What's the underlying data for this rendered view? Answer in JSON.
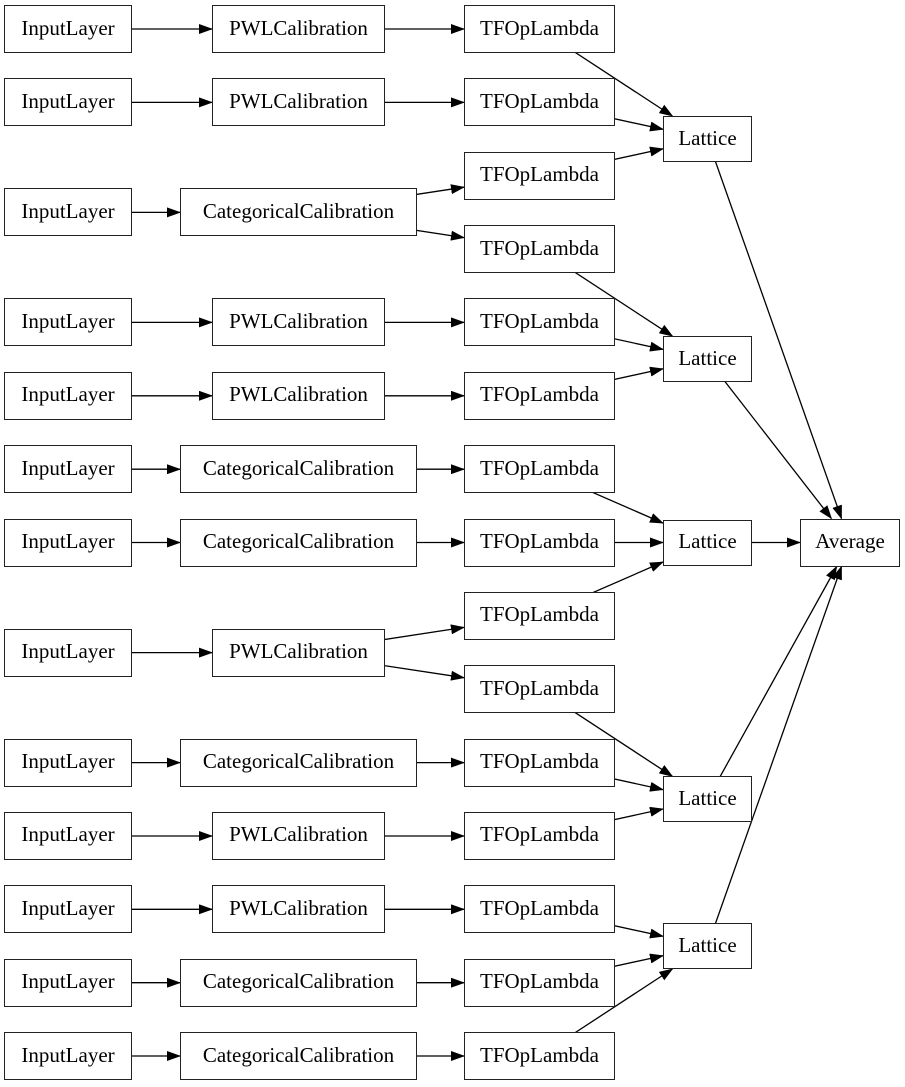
{
  "diagram": {
    "background_color": "#ffffff",
    "node_fill_color": "#ffffff",
    "node_border_color": "#222222",
    "edge_color": "#000000",
    "text_color": "#000000",
    "labels": {
      "input": "InputLayer",
      "pwl": "PWLCalibration",
      "cat": "CategoricalCalibration",
      "tfop": "TFOpLambda",
      "lattice": "Lattice",
      "average": "Average"
    },
    "nodes": [
      {
        "id": "in0",
        "type": "input",
        "label": "InputLayer",
        "row": 0
      },
      {
        "id": "in1",
        "type": "input",
        "label": "InputLayer",
        "row": 1
      },
      {
        "id": "in2",
        "type": "input",
        "label": "InputLayer",
        "row": 2.5
      },
      {
        "id": "in3",
        "type": "input",
        "label": "InputLayer",
        "row": 4
      },
      {
        "id": "in4",
        "type": "input",
        "label": "InputLayer",
        "row": 5
      },
      {
        "id": "in5",
        "type": "input",
        "label": "InputLayer",
        "row": 6
      },
      {
        "id": "in6",
        "type": "input",
        "label": "InputLayer",
        "row": 7
      },
      {
        "id": "in7",
        "type": "input",
        "label": "InputLayer",
        "row": 8.5
      },
      {
        "id": "in8",
        "type": "input",
        "label": "InputLayer",
        "row": 10
      },
      {
        "id": "in9",
        "type": "input",
        "label": "InputLayer",
        "row": 11
      },
      {
        "id": "in10",
        "type": "input",
        "label": "InputLayer",
        "row": 12
      },
      {
        "id": "in11",
        "type": "input",
        "label": "InputLayer",
        "row": 13
      },
      {
        "id": "in12",
        "type": "input",
        "label": "InputLayer",
        "row": 14
      },
      {
        "id": "c0",
        "type": "pwl",
        "label": "PWLCalibration",
        "row": 0
      },
      {
        "id": "c1",
        "type": "pwl",
        "label": "PWLCalibration",
        "row": 1
      },
      {
        "id": "c2",
        "type": "cat",
        "label": "CategoricalCalibration",
        "row": 2.5
      },
      {
        "id": "c3",
        "type": "pwl",
        "label": "PWLCalibration",
        "row": 4
      },
      {
        "id": "c4",
        "type": "pwl",
        "label": "PWLCalibration",
        "row": 5
      },
      {
        "id": "c5",
        "type": "cat",
        "label": "CategoricalCalibration",
        "row": 6
      },
      {
        "id": "c6",
        "type": "cat",
        "label": "CategoricalCalibration",
        "row": 7
      },
      {
        "id": "c7",
        "type": "pwl",
        "label": "PWLCalibration",
        "row": 8.5
      },
      {
        "id": "c8",
        "type": "cat",
        "label": "CategoricalCalibration",
        "row": 10
      },
      {
        "id": "c9",
        "type": "pwl",
        "label": "PWLCalibration",
        "row": 11
      },
      {
        "id": "c10",
        "type": "pwl",
        "label": "PWLCalibration",
        "row": 12
      },
      {
        "id": "c11",
        "type": "cat",
        "label": "CategoricalCalibration",
        "row": 13
      },
      {
        "id": "c12",
        "type": "cat",
        "label": "CategoricalCalibration",
        "row": 14
      },
      {
        "id": "t0",
        "type": "tfop",
        "label": "TFOpLambda",
        "row": 0
      },
      {
        "id": "t1",
        "type": "tfop",
        "label": "TFOpLambda",
        "row": 1
      },
      {
        "id": "t2",
        "type": "tfop",
        "label": "TFOpLambda",
        "row": 2
      },
      {
        "id": "t3",
        "type": "tfop",
        "label": "TFOpLambda",
        "row": 3
      },
      {
        "id": "t4",
        "type": "tfop",
        "label": "TFOpLambda",
        "row": 4
      },
      {
        "id": "t5",
        "type": "tfop",
        "label": "TFOpLambda",
        "row": 5
      },
      {
        "id": "t6",
        "type": "tfop",
        "label": "TFOpLambda",
        "row": 6
      },
      {
        "id": "t7",
        "type": "tfop",
        "label": "TFOpLambda",
        "row": 7
      },
      {
        "id": "t8",
        "type": "tfop",
        "label": "TFOpLambda",
        "row": 8
      },
      {
        "id": "t9",
        "type": "tfop",
        "label": "TFOpLambda",
        "row": 9
      },
      {
        "id": "t10",
        "type": "tfop",
        "label": "TFOpLambda",
        "row": 10
      },
      {
        "id": "t11",
        "type": "tfop",
        "label": "TFOpLambda",
        "row": 11
      },
      {
        "id": "t12",
        "type": "tfop",
        "label": "TFOpLambda",
        "row": 12
      },
      {
        "id": "t13",
        "type": "tfop",
        "label": "TFOpLambda",
        "row": 13
      },
      {
        "id": "t14",
        "type": "tfop",
        "label": "TFOpLambda",
        "row": 14
      },
      {
        "id": "l0",
        "type": "lattice",
        "label": "Lattice",
        "row": 1.5
      },
      {
        "id": "l1",
        "type": "lattice",
        "label": "Lattice",
        "row": 4.5
      },
      {
        "id": "l2",
        "type": "lattice",
        "label": "Lattice",
        "row": 7
      },
      {
        "id": "l3",
        "type": "lattice",
        "label": "Lattice",
        "row": 10.5
      },
      {
        "id": "l4",
        "type": "lattice",
        "label": "Lattice",
        "row": 12.5
      },
      {
        "id": "avg",
        "type": "average",
        "label": "Average",
        "row": 7
      }
    ],
    "edges": [
      {
        "from": "in0",
        "to": "c0"
      },
      {
        "from": "in1",
        "to": "c1"
      },
      {
        "from": "in2",
        "to": "c2"
      },
      {
        "from": "in3",
        "to": "c3"
      },
      {
        "from": "in4",
        "to": "c4"
      },
      {
        "from": "in5",
        "to": "c5"
      },
      {
        "from": "in6",
        "to": "c6"
      },
      {
        "from": "in7",
        "to": "c7"
      },
      {
        "from": "in8",
        "to": "c8"
      },
      {
        "from": "in9",
        "to": "c9"
      },
      {
        "from": "in10",
        "to": "c10"
      },
      {
        "from": "in11",
        "to": "c11"
      },
      {
        "from": "in12",
        "to": "c12"
      },
      {
        "from": "c0",
        "to": "t0"
      },
      {
        "from": "c1",
        "to": "t1"
      },
      {
        "from": "c2",
        "to": "t2"
      },
      {
        "from": "c2",
        "to": "t3"
      },
      {
        "from": "c3",
        "to": "t4"
      },
      {
        "from": "c4",
        "to": "t5"
      },
      {
        "from": "c5",
        "to": "t6"
      },
      {
        "from": "c6",
        "to": "t7"
      },
      {
        "from": "c7",
        "to": "t8"
      },
      {
        "from": "c7",
        "to": "t9"
      },
      {
        "from": "c8",
        "to": "t10"
      },
      {
        "from": "c9",
        "to": "t11"
      },
      {
        "from": "c10",
        "to": "t12"
      },
      {
        "from": "c11",
        "to": "t13"
      },
      {
        "from": "c12",
        "to": "t14"
      },
      {
        "from": "t0",
        "to": "l0"
      },
      {
        "from": "t1",
        "to": "l0"
      },
      {
        "from": "t2",
        "to": "l0"
      },
      {
        "from": "t3",
        "to": "l1"
      },
      {
        "from": "t4",
        "to": "l1"
      },
      {
        "from": "t5",
        "to": "l1"
      },
      {
        "from": "t6",
        "to": "l2"
      },
      {
        "from": "t7",
        "to": "l2"
      },
      {
        "from": "t8",
        "to": "l2"
      },
      {
        "from": "t9",
        "to": "l3"
      },
      {
        "from": "t10",
        "to": "l3"
      },
      {
        "from": "t11",
        "to": "l3"
      },
      {
        "from": "t12",
        "to": "l4"
      },
      {
        "from": "t13",
        "to": "l4"
      },
      {
        "from": "t14",
        "to": "l4"
      },
      {
        "from": "l0",
        "to": "avg"
      },
      {
        "from": "l1",
        "to": "avg"
      },
      {
        "from": "l2",
        "to": "avg"
      },
      {
        "from": "l3",
        "to": "avg"
      },
      {
        "from": "l4",
        "to": "avg"
      }
    ]
  }
}
